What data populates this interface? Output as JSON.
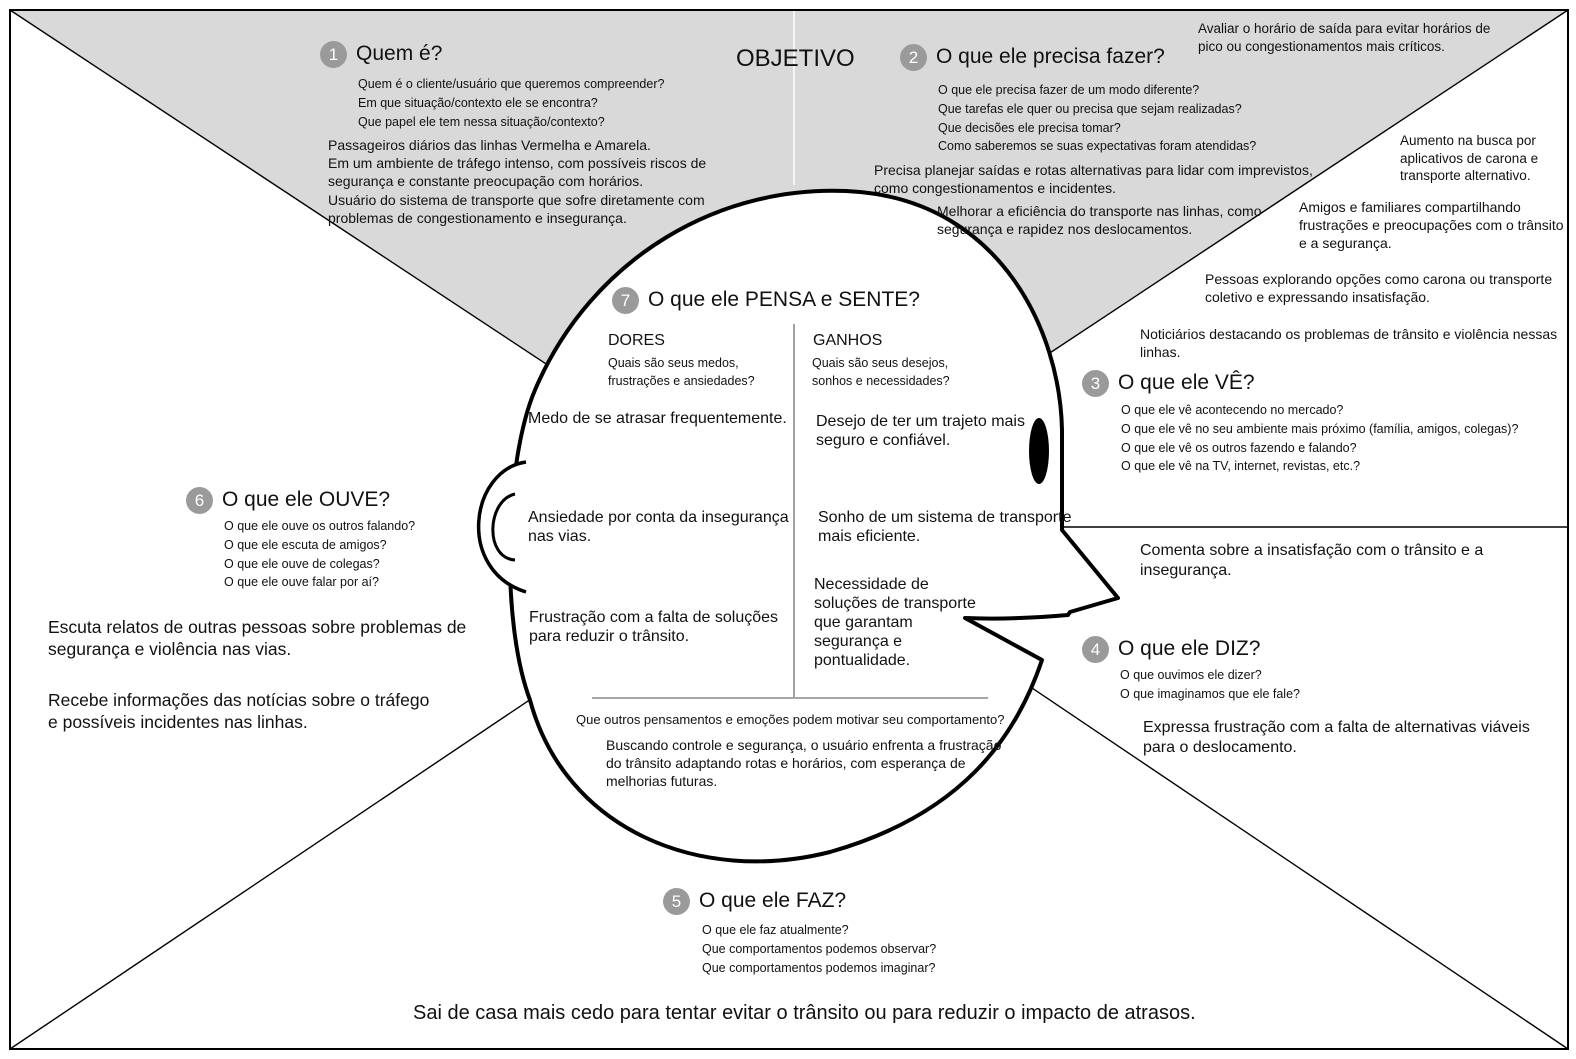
{
  "objective": "OBJETIVO",
  "sections": {
    "quem": {
      "number": "1",
      "title": "Quem é?",
      "questions": [
        "Quem é o cliente/usuário que queremos compreender?",
        "Em que situação/contexto ele se encontra?",
        "Que papel ele tem nessa situação/contexto?"
      ],
      "answers": [
        "Passageiros diários das linhas Vermelha e Amarela.",
        "Em um ambiente de tráfego intenso, com possíveis riscos de",
        "segurança e constante preocupação com horários.",
        "Usuário do sistema de transporte que sofre diretamente com",
        "problemas de congestionamento e insegurança."
      ]
    },
    "precisa": {
      "number": "2",
      "title": "O que ele precisa fazer?",
      "questions": [
        "O que ele precisa fazer de um modo diferente?",
        "Que tarefas ele quer ou precisa que sejam realizadas?",
        "Que decisões ele precisa tomar?",
        "Como saberemos se suas expectativas foram atendidas?"
      ],
      "answer_1": [
        "Avaliar o horário de saída para evitar horários de",
        "pico ou congestionamentos mais críticos."
      ],
      "answer_2": [
        "Precisa planejar saídas e rotas alternativas para lidar com imprevistos,",
        "como congestionamentos e incidentes."
      ],
      "answer_3": [
        "Melhorar a eficiência do transporte nas linhas, como",
        "segurança e rapidez nos deslocamentos."
      ]
    },
    "ve": {
      "number": "3",
      "title": "O que ele VÊ?",
      "questions": [
        "O que ele vê acontecendo no mercado?",
        "O que ele vê no seu ambiente mais próximo (família, amigos, colegas)?",
        "O que ele vê os outros fazendo e falando?",
        "O que ele vê na TV, internet, revistas, etc.?"
      ],
      "answer_1": [
        "Aumento na busca por",
        "aplicativos de carona e",
        "transporte alternativo."
      ],
      "answer_2": [
        "Amigos e familiares compartilhando",
        "frustrações e preocupações com o trânsito",
        "e a segurança."
      ],
      "answer_3": [
        "Pessoas explorando opções como carona ou transporte",
        "coletivo e expressando insatisfação."
      ],
      "answer_4": [
        "Noticiários destacando os problemas de trânsito e violência nessas",
        "linhas."
      ]
    },
    "diz": {
      "number": "4",
      "title": "O que ele DIZ?",
      "questions": [
        "O que ouvimos ele dizer?",
        "O que imaginamos que ele fale?"
      ],
      "answer_1": [
        "Comenta sobre a insatisfação com o trânsito e a",
        "insegurança."
      ],
      "answer_2": [
        "Expressa frustração com a falta de alternativas viáveis",
        "para o deslocamento."
      ]
    },
    "faz": {
      "number": "5",
      "title": "O que ele FAZ?",
      "questions": [
        "O que ele faz atualmente?",
        "Que comportamentos podemos observar?",
        "Que comportamentos podemos imaginar?"
      ],
      "answer": "Sai de casa mais cedo para tentar evitar o trânsito ou para reduzir o impacto de atrasos."
    },
    "ouve": {
      "number": "6",
      "title": "O que ele OUVE?",
      "questions": [
        "O que ele ouve os outros falando?",
        "O que ele escuta de amigos?",
        "O que ele ouve de colegas?",
        "O que ele ouve falar por aí?"
      ],
      "answer_1": [
        "Escuta relatos de outras pessoas sobre problemas de",
        "segurança e violência nas vias."
      ],
      "answer_2": [
        "Recebe informações das notícias sobre o tráfego",
        "e possíveis incidentes nas linhas."
      ]
    },
    "pensa": {
      "number": "7",
      "title": "O que ele PENSA e SENTE?",
      "dores": {
        "title": "DORES",
        "question": [
          "Quais são seus medos,",
          "frustrações e ansiedades?"
        ],
        "items": [
          [
            "Medo de se atrasar frequentemente."
          ],
          [
            "Ansiedade por conta da insegurança",
            "nas vias."
          ],
          [
            "Frustração com a falta de soluções",
            "para reduzir o trânsito."
          ]
        ]
      },
      "ganhos": {
        "title": "GANHOS",
        "question": [
          "Quais são seus desejos,",
          "sonhos e necessidades?"
        ],
        "items": [
          [
            "Desejo de ter um trajeto mais",
            "seguro e confiável."
          ],
          [
            "Sonho de um sistema de transporte",
            "mais eficiente."
          ],
          [
            "Necessidade de",
            "soluções de transporte",
            "que garantam",
            "segurança e",
            "pontualidade."
          ]
        ]
      },
      "other_question": "Que outros pensamentos e emoções podem motivar seu comportamento?",
      "other_answer": [
        "Buscando controle e segurança, o usuário enfrenta a frustração",
        "do trânsito adaptando rotas e horários, com esperança de",
        "melhorias futuras."
      ]
    }
  },
  "colors": {
    "top_shade": "#d9d9d9",
    "line": "#000000",
    "badge": "#9a9a9a"
  }
}
